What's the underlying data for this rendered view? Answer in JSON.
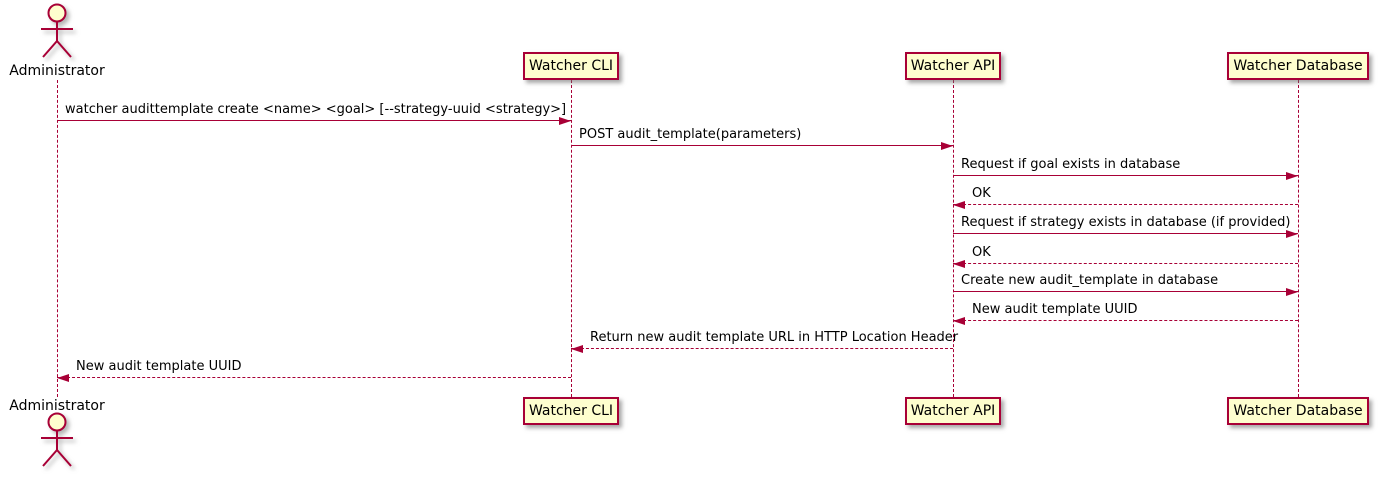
{
  "diagram": {
    "type": "sequence",
    "actor": {
      "name": "Administrator"
    },
    "participants": [
      {
        "label": "Watcher CLI"
      },
      {
        "label": "Watcher API"
      },
      {
        "label": "Watcher Database"
      }
    ],
    "messages": [
      {
        "from": "Administrator",
        "to": "Watcher CLI",
        "label": "watcher audittemplate create <name> <goal> [--strategy-uuid <strategy>]",
        "line": "solid"
      },
      {
        "from": "Watcher CLI",
        "to": "Watcher API",
        "label": "POST audit_template(parameters)",
        "line": "solid"
      },
      {
        "from": "Watcher API",
        "to": "Watcher Database",
        "label": "Request if goal exists in database",
        "line": "solid"
      },
      {
        "from": "Watcher Database",
        "to": "Watcher API",
        "label": "OK",
        "line": "dashed"
      },
      {
        "from": "Watcher API",
        "to": "Watcher Database",
        "label": "Request if strategy exists in database (if provided)",
        "line": "solid"
      },
      {
        "from": "Watcher Database",
        "to": "Watcher API",
        "label": "OK",
        "line": "dashed"
      },
      {
        "from": "Watcher API",
        "to": "Watcher Database",
        "label": "Create new audit_template in database",
        "line": "solid"
      },
      {
        "from": "Watcher Database",
        "to": "Watcher API",
        "label": "New audit template UUID",
        "line": "dashed"
      },
      {
        "from": "Watcher API",
        "to": "Watcher CLI",
        "label": "Return new audit template URL in HTTP Location Header",
        "line": "dashed"
      },
      {
        "from": "Watcher CLI",
        "to": "Administrator",
        "label": "New audit template UUID",
        "line": "dashed"
      }
    ],
    "colors": {
      "stroke": "#A80036",
      "box_fill": "#FEFECE",
      "text": "#000000",
      "background": "#FFFFFF"
    }
  }
}
